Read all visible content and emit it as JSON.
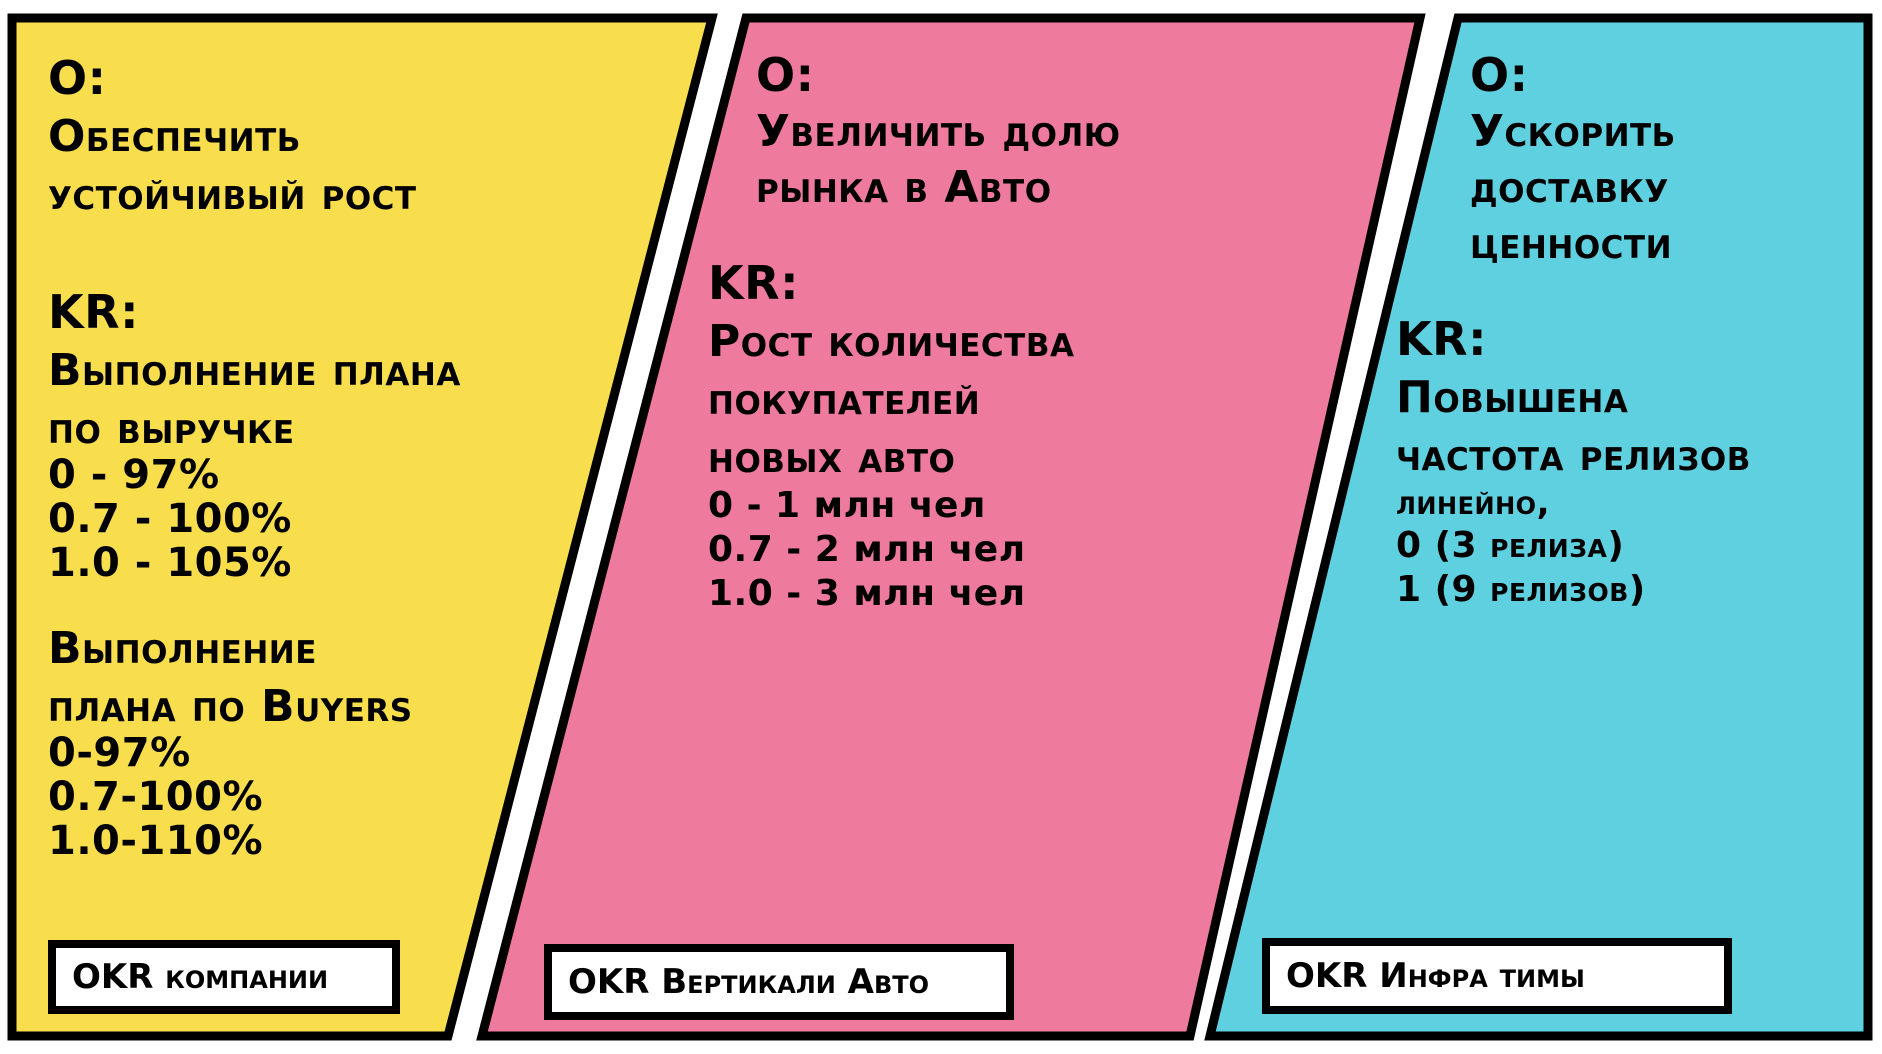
{
  "colors": {
    "company": "#F8DE4D",
    "vertical": "#EE7A9E",
    "infra": "#5FD0E0",
    "border": "#000000",
    "background": "#FFFFFF"
  },
  "panels": [
    {
      "id": "company",
      "objective_label": "O:",
      "objective": [
        "Обеспечить",
        "устойчивый рост"
      ],
      "kr_label": "KR:",
      "key_results": [
        {
          "title": [
            "Выполнение плана",
            "по выручке"
          ],
          "scale": [
            "0 - 97%",
            "0.7 - 100%",
            "1.0 - 105%"
          ]
        },
        {
          "title": [
            "Выполнение",
            "плана по Buyers"
          ],
          "scale": [
            "0-97%",
            "0.7-100%",
            "1.0-110%"
          ]
        }
      ],
      "tag": "OKR компании"
    },
    {
      "id": "vertical",
      "objective_label": "O:",
      "objective": [
        "Увеличить долю",
        "рынка в Авто"
      ],
      "kr_label": "KR:",
      "key_results": [
        {
          "title": [
            "Рост количества",
            "покупателей",
            "новых авто"
          ],
          "scale": [
            "0 - 1 млн чел",
            "0.7 - 2 млн чел",
            "1.0 - 3 млн чел"
          ]
        }
      ],
      "tag": "OKR Вертикали Авто"
    },
    {
      "id": "infra",
      "objective_label": "O:",
      "objective": [
        "Ускорить",
        "доставку",
        "ценности"
      ],
      "kr_label": "KR:",
      "key_results": [
        {
          "title": [
            "Повышена",
            "частота релизов"
          ],
          "note": "линейно,",
          "scale": [
            "0 (3 релиза)",
            "1 (9 релизов)"
          ]
        }
      ],
      "tag": "OKR Инфра тимы"
    }
  ]
}
